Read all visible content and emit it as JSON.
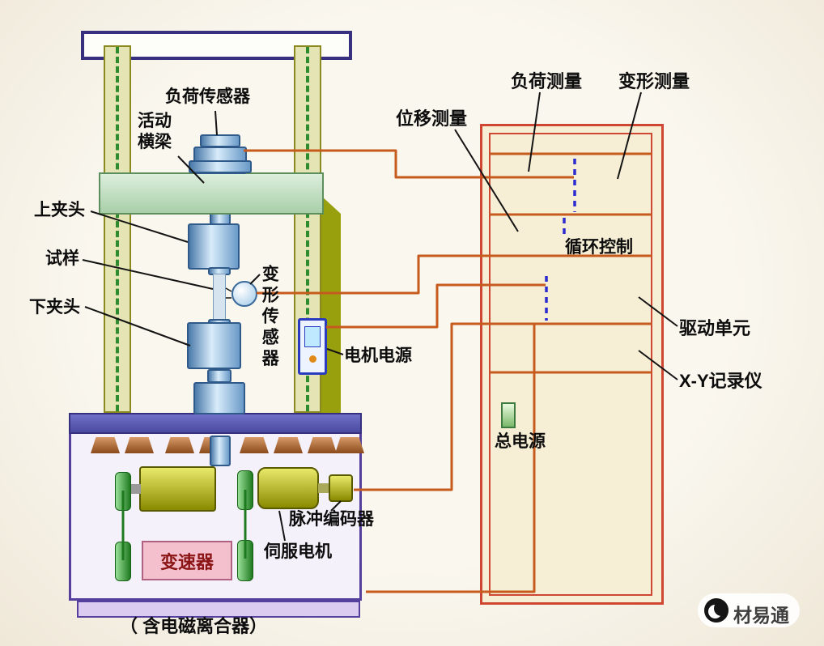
{
  "machine": {
    "load_sensor_label": "负荷传感器",
    "crosshead_label": "活动\n横梁",
    "upper_grip_label": "上夹头",
    "specimen_label": "试样",
    "lower_grip_label": "下夹头",
    "deformation_sensor_label": "变形传感器",
    "motor_power_label": "电机电源",
    "pulse_encoder_label": "脉冲编码器",
    "servo_motor_label": "伺服电机",
    "gearbox_label": "变速器",
    "caption": "（ 含电磁离合器）"
  },
  "cabinet": {
    "displacement_label": "位移测量",
    "load_label": "负荷测量",
    "deformation_label": "变形测量",
    "cycle_control_label": "循环控制",
    "drive_unit_label": "驱动单元",
    "xy_recorder_label": "X-Y记录仪",
    "main_power_label": "总电源"
  },
  "watermark": {
    "text": "材易通"
  },
  "colors": {
    "wire_orange": "#c75b1e",
    "signal_blue": "#2b2bd0",
    "cabinet_red": "#cd4733",
    "frame_purple": "#54409c",
    "machine_blue": "#8fb8dc",
    "olive_green": "#9aa00e",
    "belt_green": "#1e7a1e"
  }
}
